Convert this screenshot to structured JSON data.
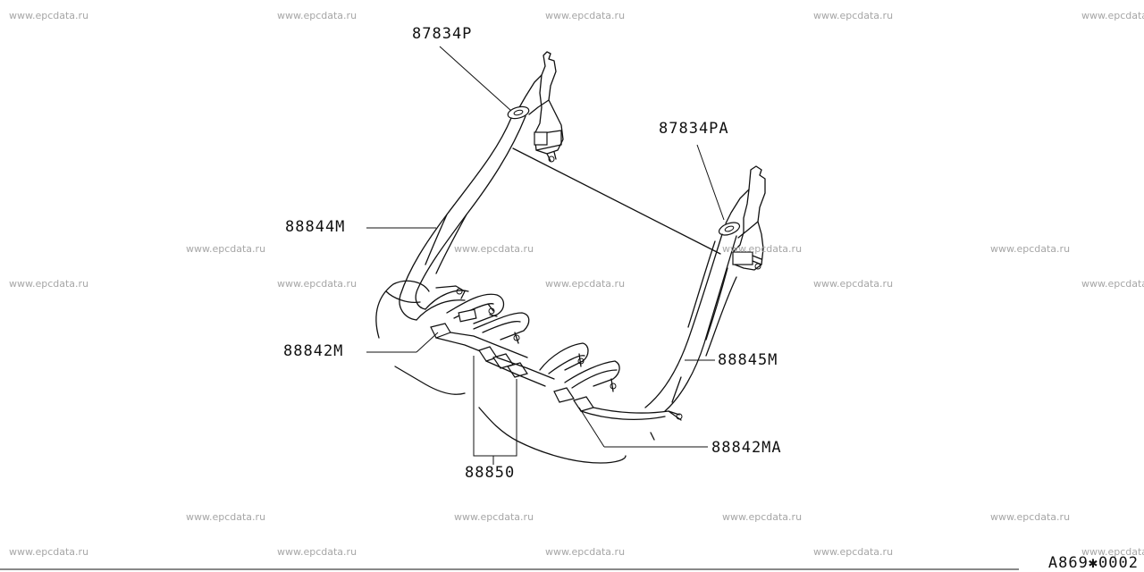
{
  "watermark": "www.epcdata.ru",
  "parts": {
    "p87834P": "87834P",
    "p87834PA": "87834PA",
    "p88844M": "88844M",
    "p88842M": "88842M",
    "p88845M": "88845M",
    "p88842MA": "88842MA",
    "p88850": "88850"
  },
  "diagram_code": "A869✱0002",
  "colors": {
    "line": "#111111",
    "watermark": "#a6a6a6",
    "background": "#ffffff"
  }
}
